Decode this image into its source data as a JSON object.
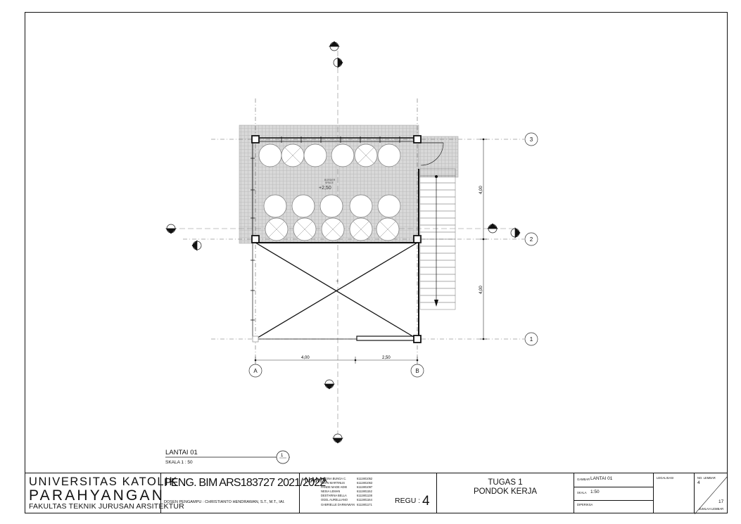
{
  "drawing": {
    "ffl_label": "BORDER\nSPACE",
    "ffl_value": "+2,50",
    "grid_rows": [
      "3",
      "2",
      "1"
    ],
    "grid_cols": [
      "A",
      "B"
    ],
    "dims_horizontal": [
      "4,00",
      "2,50"
    ],
    "dims_vertical": [
      "4,00",
      "4,00"
    ],
    "view_title": "LANTAI  01",
    "view_scale": "SKALA 1 : 50",
    "view_marker": "1"
  },
  "title_block": {
    "university_line1": "UNIVERSITAS KATOLIK",
    "university_line2": "PARAHYANGAN",
    "university_line3": "FAKULTAS TEKNIK JURUSAN ARSITEKTUR",
    "course": "PENG. BIM ARS183727 2021/2022",
    "lecturer": "DOSEN PENGAMPU : CHRISTIANTO HENDRAWAN, S.T., M.T., IAI.",
    "nama_label": "NAMA",
    "members": [
      {
        "name": "REGINA BUNGA C.",
        "nrp": "6111901052"
      },
      {
        "name": "ALVIN MARTINUS",
        "nrp": "6111901063"
      },
      {
        "name": "PANDE MADE ADIE",
        "nrp": "6111901097"
      },
      {
        "name": "NESIA LEMAN",
        "nrp": "6111901152"
      },
      {
        "name": "DESTARINA BELLA",
        "nrp": "6111901138"
      },
      {
        "name": "OGEL AURELLIANO",
        "nrp": "6111901164"
      },
      {
        "name": "GABRIELLE DARMAWAN",
        "nrp": "6111901171"
      }
    ],
    "regu_label": "REGU :",
    "regu_number": "4",
    "assignment_line1": "TUGAS 1",
    "assignment_line2": "PONDOK KERJA",
    "gambar_label": "GAMBAR",
    "gambar_value": "LANTAI 01",
    "skala_label": "SKALA",
    "skala_value": "1:50",
    "diperiksa_label": "DIPERIKSA",
    "legalisasi_label": "LEGALISASI",
    "no_lembar_label": "NO. LEMBAR",
    "no_lembar_value": "4",
    "jumlah_lembar_value": "17",
    "jumlah_lembar_label": "JUMLAH LEMBAR"
  }
}
